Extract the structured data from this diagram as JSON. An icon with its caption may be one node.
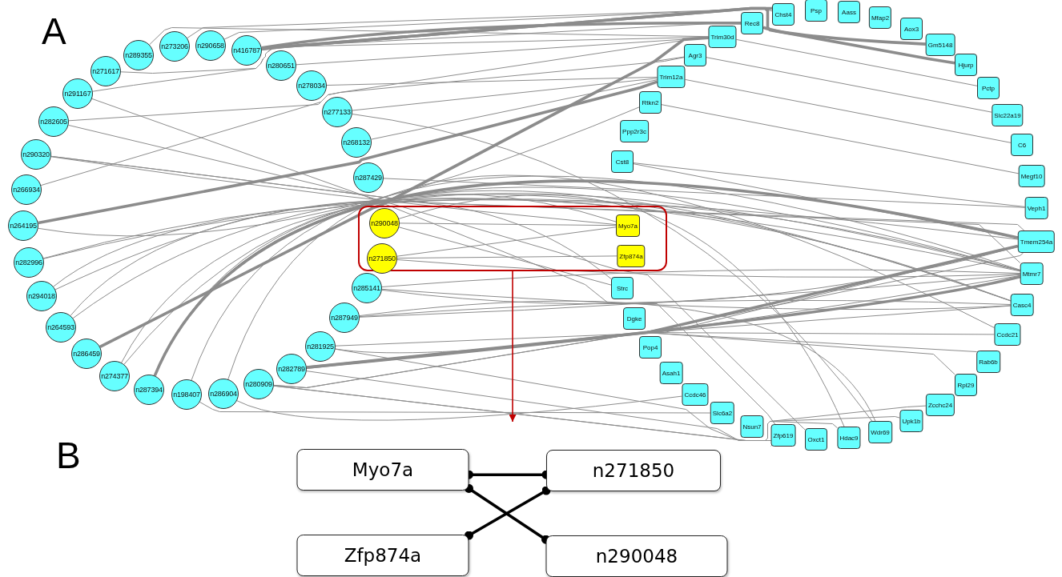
{
  "diagram": {
    "nodes": [
      {
        "text": [
          "n289355"
        ]
      },
      {
        "text": [
          "n273206"
        ]
      },
      {
        "text": [
          "n290658"
        ]
      },
      {
        "text": [
          "n416787"
        ]
      },
      {
        "text": [
          "n280651"
        ]
      },
      {
        "text": [
          "n278034"
        ]
      },
      {
        "text": [
          "n277133"
        ]
      },
      {
        "text": [
          "n268132"
        ]
      },
      {
        "text": [
          "n287429"
        ]
      },
      {
        "text": [],
        "shape": "box"
      },
      {
        "text": [
          "n290048"
        ],
        "in": 9
      },
      {
        "text": [
          "n271850"
        ],
        "in": 9
      },
      {
        "text": [
          "n285141"
        ]
      },
      {
        "text": [
          "n287949"
        ]
      },
      {
        "text": [
          "n281925"
        ]
      },
      {
        "text": [
          "n282789"
        ]
      },
      {
        "text": [
          "n280909"
        ]
      },
      {
        "text": [
          "n286904"
        ]
      },
      {
        "text": [
          "n198407"
        ]
      },
      {
        "text": [
          "n287394"
        ]
      },
      {
        "text": [
          "n274377"
        ]
      },
      {
        "text": [
          "n286459"
        ]
      },
      {
        "text": [
          "n264593"
        ]
      },
      {
        "text": [
          "n294018"
        ]
      },
      {
        "text": [
          "n282996"
        ]
      },
      {
        "text": [
          "n264195"
        ]
      },
      {
        "text": [
          "n266934"
        ]
      },
      {
        "text": [
          "n290320"
        ]
      },
      {
        "text": [
          "n282605"
        ]
      },
      {
        "text": [
          "n291167"
        ]
      },
      {
        "text": [
          "n271617"
        ]
      },
      {
        "text": [
          "Chst4"
        ]
      },
      {
        "text": [
          "Psp"
        ]
      },
      {
        "text": [
          "Aass"
        ]
      },
      {
        "text": [
          "Mfap2"
        ]
      },
      {
        "text": [
          "Aox3"
        ]
      },
      {
        "text": [
          "Gm5148"
        ]
      },
      {
        "text": [
          "Hjurp"
        ]
      },
      {
        "text": [
          "Pctp"
        ]
      },
      {
        "text": [
          "Slc22a19"
        ]
      },
      {
        "text": [
          "C6"
        ]
      },
      {
        "text": [
          "Megf10"
        ]
      },
      {
        "text": [
          "Veph1"
        ]
      },
      {
        "text": [
          "Tmem254a"
        ]
      },
      {
        "text": [
          "Mtmr7"
        ]
      },
      {
        "text": [
          "Casc4"
        ]
      },
      {
        "text": [
          "Ccdc21"
        ]
      },
      {
        "text": [
          "Rab6b"
        ]
      },
      {
        "text": [
          "Rpl29"
        ]
      },
      {
        "text": [
          "Zcchc24"
        ]
      },
      {
        "text": [
          "Upk1b"
        ]
      },
      {
        "text": [
          "Wdr69"
        ]
      },
      {
        "text": [
          "Hdac9"
        ]
      },
      {
        "text": [
          "Oxct1"
        ]
      },
      {
        "text": [
          "Zfp619"
        ]
      },
      {
        "text": [
          "Nsun7"
        ]
      },
      {
        "text": [
          "Slc6a2"
        ]
      },
      {
        "text": [
          "Ccdc46"
        ]
      },
      {
        "text": [
          "Asah1"
        ]
      },
      {
        "text": [
          "Pop4"
        ]
      },
      {
        "text": [
          "Dgke"
        ]
      },
      {
        "text": [
          "Strc"
        ]
      },
      {
        "text": [
          "Myo7a"
        ],
        "in": 9
      },
      {
        "text": [
          "Zfp874a"
        ],
        "in": 9
      },
      {
        "text": [
          "Cst8"
        ]
      },
      {
        "text": [
          "Ppp2r3c"
        ]
      },
      {
        "text": [
          "Rtkn2"
        ]
      },
      {
        "text": [
          "Trim12a"
        ]
      },
      {
        "text": [
          "Agr3"
        ]
      },
      {
        "text": [
          "Trim30d"
        ]
      },
      {
        "text": [
          "Rec8"
        ]
      },
      {
        "text": [
          "Myo7a"
        ]
      },
      {
        "text": [
          "n271850"
        ]
      },
      {
        "text": [
          "Zfp874a"
        ]
      },
      {
        "text": [
          "n290048"
        ]
      }
    ],
    "edges": [
      {
        "from": 3,
        "to": 31,
        "arrow": "none",
        "style": "thick"
      },
      {
        "from": 3,
        "to": 70,
        "arrow": "none",
        "style": "thick"
      },
      {
        "from": 3,
        "to": 37,
        "arrow": "none",
        "style": "thick"
      },
      {
        "from": 2,
        "to": 31,
        "arrow": "none"
      },
      {
        "from": 1,
        "to": 31,
        "arrow": "none"
      },
      {
        "from": 4,
        "to": 69,
        "arrow": "none"
      },
      {
        "from": 29,
        "to": 69,
        "arrow": "none"
      },
      {
        "from": 29,
        "to": 54,
        "arrow": "none"
      },
      {
        "from": 28,
        "to": 68,
        "arrow": "none"
      },
      {
        "from": 28,
        "to": 53,
        "arrow": "none"
      },
      {
        "from": 6,
        "to": 67,
        "arrow": "none"
      },
      {
        "from": 6,
        "to": 51,
        "arrow": "none"
      },
      {
        "from": 7,
        "to": 67,
        "arrow": "none"
      },
      {
        "from": 8,
        "to": 42,
        "arrow": "none"
      },
      {
        "from": 64,
        "to": 43,
        "arrow": "none"
      },
      {
        "from": 69,
        "to": 38,
        "arrow": "none"
      },
      {
        "from": 68,
        "to": 39,
        "arrow": "none"
      },
      {
        "from": 67,
        "to": 40,
        "arrow": "none"
      },
      {
        "from": 66,
        "to": 41,
        "arrow": "none"
      },
      {
        "from": 64,
        "to": 42,
        "arrow": "none"
      },
      {
        "from": 70,
        "to": 36,
        "arrow": "none",
        "style": "thick"
      },
      {
        "from": 27,
        "to": 43,
        "arrow": "none"
      },
      {
        "from": 27,
        "to": 44,
        "arrow": "none"
      },
      {
        "from": 27,
        "to": 62,
        "arrow": "none"
      },
      {
        "from": 26,
        "to": 69,
        "arrow": "none"
      },
      {
        "from": 25,
        "to": 67,
        "arrow": "none",
        "style": "thick"
      },
      {
        "from": 25,
        "to": 66,
        "arrow": "none"
      },
      {
        "from": 24,
        "to": 44,
        "arrow": "none"
      },
      {
        "from": 24,
        "to": 45,
        "arrow": "none"
      },
      {
        "from": 23,
        "to": 43,
        "arrow": "none"
      },
      {
        "from": 23,
        "to": 61,
        "arrow": "none"
      },
      {
        "from": 22,
        "to": 44,
        "arrow": "none"
      },
      {
        "from": 22,
        "to": 45,
        "arrow": "none"
      },
      {
        "from": 21,
        "to": 69,
        "arrow": "none",
        "style": "thick"
      },
      {
        "from": 21,
        "to": 68,
        "arrow": "none"
      },
      {
        "from": 20,
        "to": 62,
        "arrow": "none"
      },
      {
        "from": 20,
        "to": 44,
        "arrow": "none"
      },
      {
        "from": 19,
        "to": 43,
        "arrow": "none",
        "style": "thick"
      },
      {
        "from": 19,
        "to": 44,
        "arrow": "none"
      },
      {
        "from": 19,
        "to": 45,
        "arrow": "none"
      },
      {
        "from": 18,
        "to": 44,
        "arrow": "none"
      },
      {
        "from": 17,
        "to": 46,
        "arrow": "none"
      },
      {
        "from": 16,
        "to": 43,
        "arrow": "none"
      },
      {
        "from": 16,
        "to": 47,
        "arrow": "none"
      },
      {
        "from": 16,
        "to": 49,
        "arrow": "none"
      },
      {
        "from": 16,
        "to": 50,
        "arrow": "none"
      },
      {
        "from": 15,
        "to": 43,
        "arrow": "none",
        "style": "thick"
      },
      {
        "from": 15,
        "to": 44,
        "arrow": "none",
        "style": "thick"
      },
      {
        "from": 15,
        "to": 45,
        "arrow": "none"
      },
      {
        "from": 15,
        "to": 46,
        "arrow": "none"
      },
      {
        "from": 15,
        "to": 48,
        "arrow": "none"
      },
      {
        "from": 15,
        "to": 52,
        "arrow": "none"
      },
      {
        "from": 14,
        "to": 43,
        "arrow": "none"
      },
      {
        "from": 14,
        "to": 44,
        "arrow": "none"
      },
      {
        "from": 14,
        "to": 54,
        "arrow": "none"
      },
      {
        "from": 13,
        "to": 45,
        "arrow": "none"
      },
      {
        "from": 13,
        "to": 44,
        "arrow": "none"
      },
      {
        "from": 13,
        "to": 51,
        "arrow": "none"
      },
      {
        "from": 12,
        "to": 43,
        "arrow": "none"
      },
      {
        "from": 12,
        "to": 44,
        "arrow": "none"
      },
      {
        "from": 12,
        "to": 45,
        "arrow": "none"
      },
      {
        "from": 10,
        "to": 62,
        "arrow": "none"
      },
      {
        "from": 10,
        "to": 61,
        "arrow": "none"
      },
      {
        "from": 10,
        "to": 52,
        "arrow": "none"
      },
      {
        "from": 11,
        "to": 62,
        "arrow": "none"
      },
      {
        "from": 11,
        "to": 63,
        "arrow": "none"
      },
      {
        "from": 11,
        "to": 44,
        "arrow": "none"
      },
      {
        "from": 0,
        "to": 69,
        "arrow": "none"
      },
      {
        "from": 30,
        "to": 70,
        "arrow": "none"
      },
      {
        "from": 5,
        "to": 67,
        "arrow": "none"
      },
      {
        "from": 17,
        "to": 57,
        "arrow": "none"
      },
      {
        "from": 18,
        "to": 56,
        "arrow": "none"
      },
      {
        "from": 9,
        "to": null,
        "arrow": "to",
        "color": "#c00000"
      },
      {
        "from": 71,
        "to": 72,
        "arrow": "other",
        "style": "thick",
        "color": "#000000"
      },
      {
        "from": 71,
        "to": 74,
        "arrow": "other",
        "style": "thick",
        "color": "#000000"
      },
      {
        "from": 73,
        "to": 72,
        "arrow": "other",
        "style": "thick",
        "color": "#000000"
      }
    ],
    "labels": [
      "A",
      "B"
    ]
  }
}
